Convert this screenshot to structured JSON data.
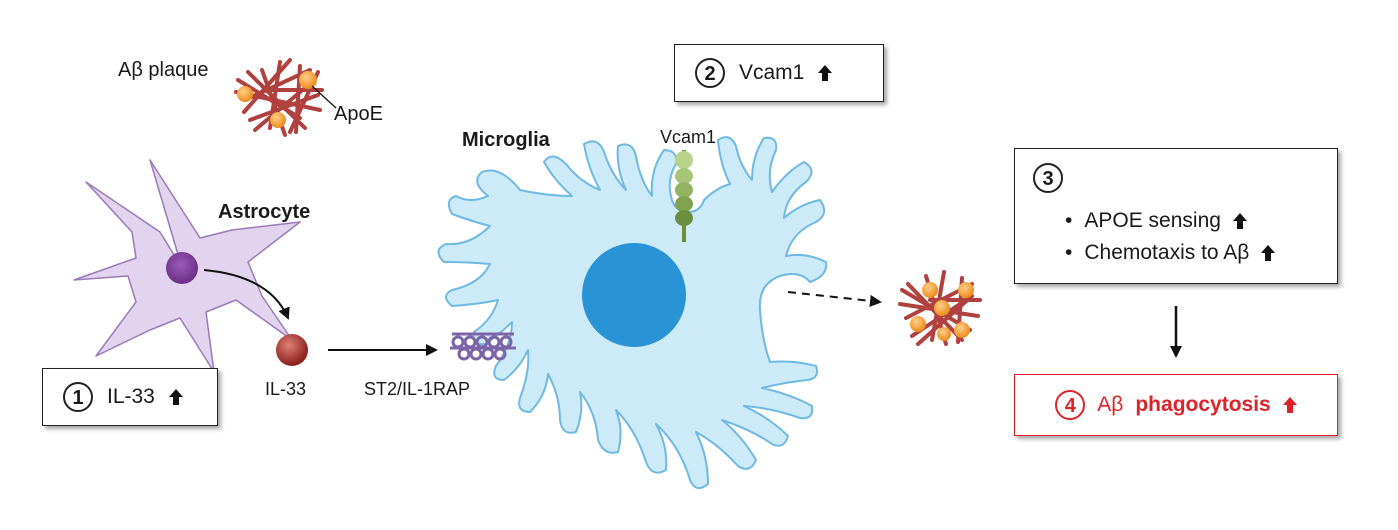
{
  "labels": {
    "ab_plaque": "Aβ plaque",
    "apoe": "ApoE",
    "astrocyte": "Astrocyte",
    "il33_ligand": "IL-33",
    "receptor": "ST2/IL-1RAP",
    "microglia": "Microglia",
    "vcam1_molecule": "Vcam1"
  },
  "steps": [
    {
      "number": "1",
      "text": "IL-33"
    },
    {
      "number": "2",
      "text": "Vcam1"
    },
    {
      "number": "3",
      "bullets": [
        "APOE sensing",
        "Chemotaxis to Aβ"
      ]
    },
    {
      "number": "4",
      "text_prefix": "Aβ",
      "text_bold": "phagocytosis"
    }
  ],
  "icons": {
    "increase": "up-arrow-icon",
    "bullet": "•"
  },
  "colors": {
    "astrocyte_fill": "#e2d3ee",
    "astrocyte_nucleus": "#7d3f98",
    "microglia_fill": "#cdeaf8",
    "microglia_nucleus": "#2a93d5",
    "plaque_fibrils": "#b0413e",
    "apoe": "#f4a23a",
    "il33": "#a5312f",
    "receptor": "#7b64a8",
    "vcam1": "#6d8f3b",
    "highlight_red": "#e02228"
  }
}
